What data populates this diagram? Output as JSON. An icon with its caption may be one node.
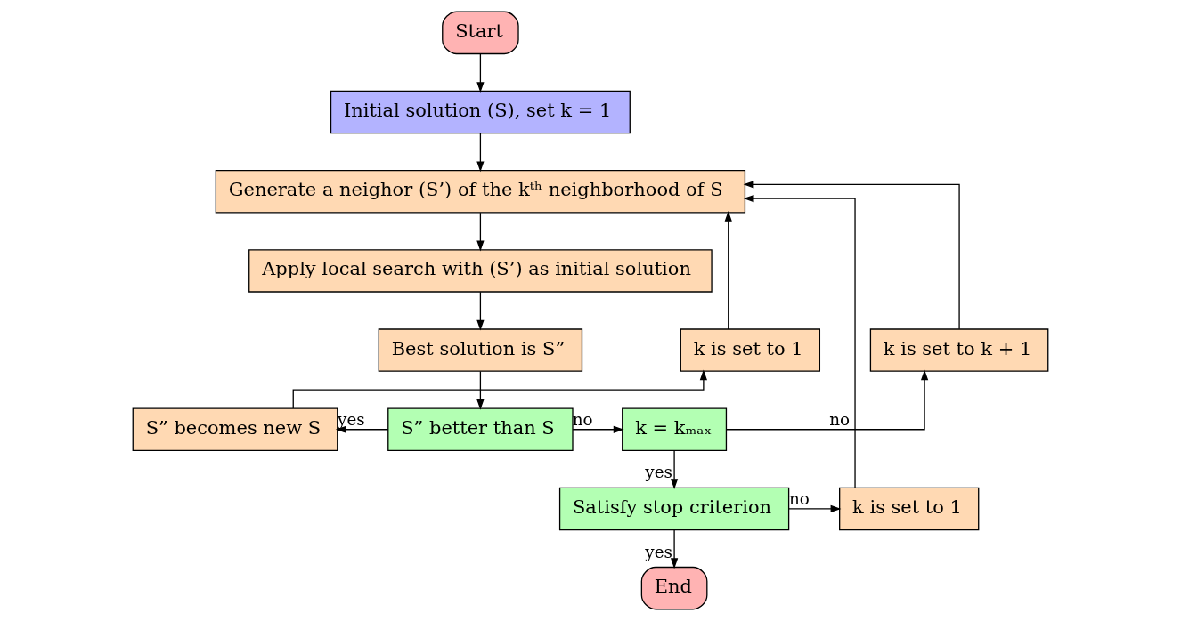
{
  "diagram": {
    "nodes": [
      {
        "text": [
          "Start"
        ]
      },
      {
        "text": [
          "Initial solution (S), set k = 1"
        ]
      },
      {
        "text": [
          "Generate a neighor (S’) of the kᵗʰ neighborhood of S"
        ]
      },
      {
        "text": [
          "Apply local search with (S’) as initial solution"
        ]
      },
      {
        "text": [
          "k is set to 1"
        ]
      },
      {
        "text": [
          "Best solution is S”"
        ]
      },
      {
        "text": [
          "k is set to k + 1"
        ]
      },
      {
        "text": [
          "S” becomes new S"
        ]
      },
      {
        "text": [
          "S” better than S"
        ]
      },
      {
        "text": [
          "k = kₘₐₓ"
        ]
      },
      {
        "text": [
          "Satisfy stop criterion"
        ]
      },
      {
        "text": [
          "k is set to 1"
        ]
      },
      {
        "text": [
          "End"
        ]
      }
    ],
    "edges": [
      {
        "from": 0,
        "to": 1,
        "arrow": "to"
      },
      {
        "from": 1,
        "to": 2,
        "arrow": "to"
      },
      {
        "from": 2,
        "to": 3,
        "arrow": "to"
      },
      {
        "from": 3,
        "to": 5,
        "arrow": "to"
      },
      {
        "from": 5,
        "to": 8,
        "arrow": "to"
      },
      {
        "from": 8,
        "to": 7,
        "arrow": "to",
        "label": "yes"
      },
      {
        "from": 7,
        "to": 4,
        "arrow": "to"
      },
      {
        "from": 4,
        "to": 2,
        "arrow": "to"
      },
      {
        "from": 8,
        "to": 9,
        "arrow": "to",
        "label": "no"
      },
      {
        "from": 9,
        "to": 6,
        "arrow": "to",
        "label": "no"
      },
      {
        "from": 6,
        "to": 2,
        "arrow": "to"
      },
      {
        "from": 9,
        "to": 10,
        "arrow": "to",
        "label": "yes"
      },
      {
        "from": 10,
        "to": 11,
        "arrow": "to",
        "label": "no"
      },
      {
        "from": 11,
        "to": 2,
        "arrow": "to"
      },
      {
        "from": 10,
        "to": 12,
        "arrow": "to",
        "label": "yes"
      }
    ]
  }
}
